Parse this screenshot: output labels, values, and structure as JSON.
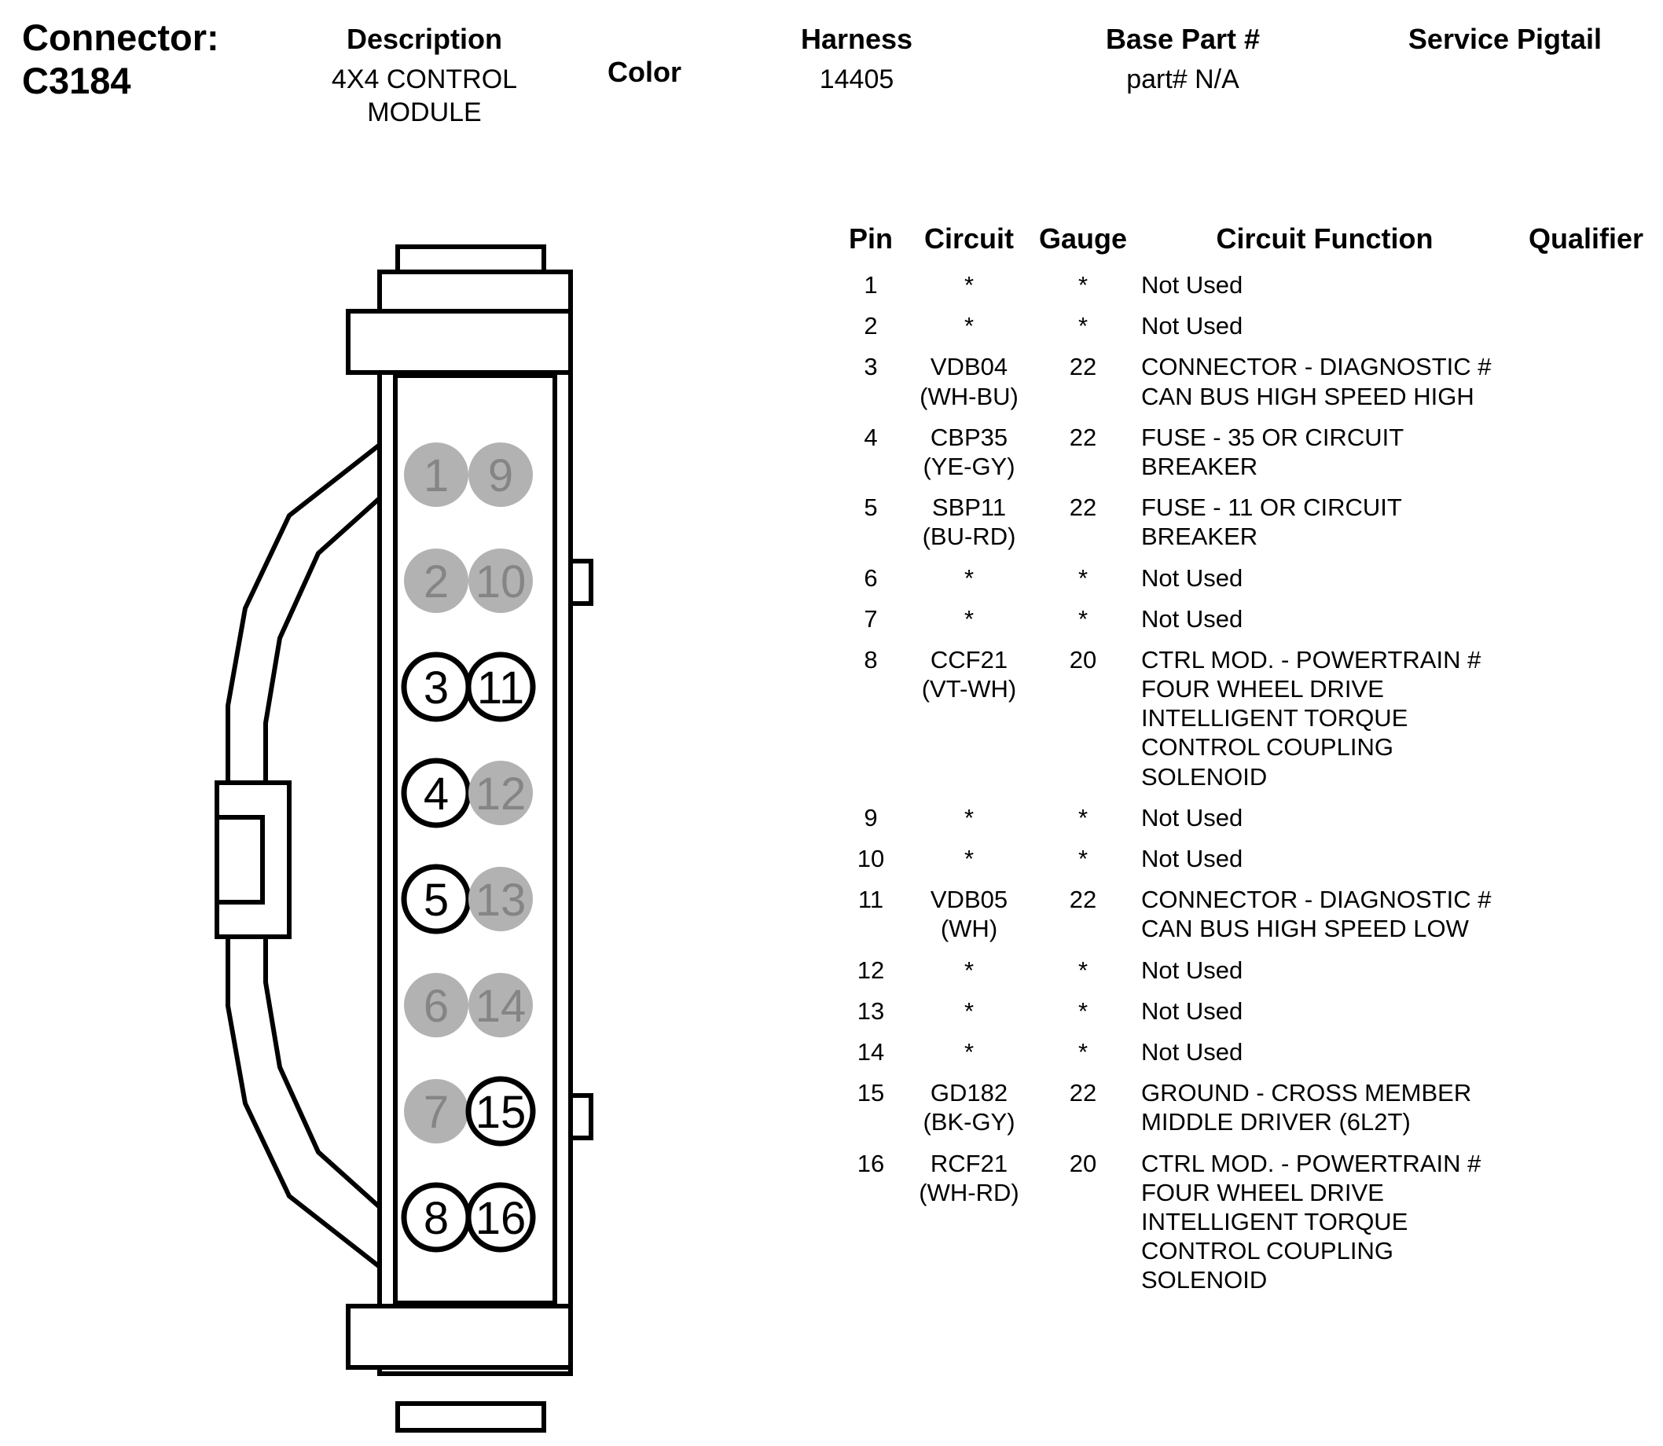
{
  "header": {
    "connector_label": "Connector:",
    "connector_id": "C3184",
    "columns": [
      {
        "label": "Description",
        "value": "4X4 CONTROL\nMODULE"
      },
      {
        "label": "Color",
        "value": ""
      },
      {
        "label": "Harness",
        "value": "14405"
      },
      {
        "label": "Base Part #",
        "value": "part# N/A"
      },
      {
        "label": "Service Pigtail",
        "value": ""
      }
    ]
  },
  "table": {
    "headers": [
      "Pin",
      "Circuit",
      "Gauge",
      "Circuit Function",
      "Qualifier"
    ],
    "rows": [
      {
        "pin": "1",
        "circuit": "*",
        "circuit_color": "",
        "gauge": "*",
        "function": "Not Used",
        "qualifier": ""
      },
      {
        "pin": "2",
        "circuit": "*",
        "circuit_color": "",
        "gauge": "*",
        "function": "Not Used",
        "qualifier": ""
      },
      {
        "pin": "3",
        "circuit": "VDB04",
        "circuit_color": "(WH-BU)",
        "gauge": "22",
        "function": "CONNECTOR - DIAGNOSTIC #\nCAN BUS HIGH SPEED HIGH",
        "qualifier": ""
      },
      {
        "pin": "4",
        "circuit": "CBP35",
        "circuit_color": "(YE-GY)",
        "gauge": "22",
        "function": "FUSE - 35 OR CIRCUIT\nBREAKER",
        "qualifier": ""
      },
      {
        "pin": "5",
        "circuit": "SBP11",
        "circuit_color": "(BU-RD)",
        "gauge": "22",
        "function": "FUSE - 11 OR CIRCUIT\nBREAKER",
        "qualifier": ""
      },
      {
        "pin": "6",
        "circuit": "*",
        "circuit_color": "",
        "gauge": "*",
        "function": "Not Used",
        "qualifier": ""
      },
      {
        "pin": "7",
        "circuit": "*",
        "circuit_color": "",
        "gauge": "*",
        "function": "Not Used",
        "qualifier": ""
      },
      {
        "pin": "8",
        "circuit": "CCF21",
        "circuit_color": "(VT-WH)",
        "gauge": "20",
        "function": "CTRL MOD. - POWERTRAIN #\nFOUR WHEEL DRIVE\nINTELLIGENT TORQUE\nCONTROL COUPLING\nSOLENOID",
        "qualifier": ""
      },
      {
        "pin": "9",
        "circuit": "*",
        "circuit_color": "",
        "gauge": "*",
        "function": "Not Used",
        "qualifier": ""
      },
      {
        "pin": "10",
        "circuit": "*",
        "circuit_color": "",
        "gauge": "*",
        "function": "Not Used",
        "qualifier": ""
      },
      {
        "pin": "11",
        "circuit": "VDB05",
        "circuit_color": "(WH)",
        "gauge": "22",
        "function": "CONNECTOR - DIAGNOSTIC #\nCAN BUS HIGH SPEED LOW",
        "qualifier": ""
      },
      {
        "pin": "12",
        "circuit": "*",
        "circuit_color": "",
        "gauge": "*",
        "function": "Not Used",
        "qualifier": ""
      },
      {
        "pin": "13",
        "circuit": "*",
        "circuit_color": "",
        "gauge": "*",
        "function": "Not Used",
        "qualifier": ""
      },
      {
        "pin": "14",
        "circuit": "*",
        "circuit_color": "",
        "gauge": "*",
        "function": "Not Used",
        "qualifier": ""
      },
      {
        "pin": "15",
        "circuit": "GD182",
        "circuit_color": "(BK-GY)",
        "gauge": "22",
        "function": "GROUND - CROSS MEMBER\nMIDDLE DRIVER (6L2T)",
        "qualifier": ""
      },
      {
        "pin": "16",
        "circuit": "RCF21",
        "circuit_color": "(WH-RD)",
        "gauge": "20",
        "function": "CTRL MOD. - POWERTRAIN #\nFOUR WHEEL DRIVE\nINTELLIGENT TORQUE\nCONTROL COUPLING\nSOLENOID",
        "qualifier": ""
      }
    ]
  },
  "connector": {
    "pins": [
      {
        "number": "1",
        "used": false
      },
      {
        "number": "2",
        "used": false
      },
      {
        "number": "3",
        "used": true
      },
      {
        "number": "4",
        "used": true
      },
      {
        "number": "5",
        "used": true
      },
      {
        "number": "6",
        "used": false
      },
      {
        "number": "7",
        "used": false
      },
      {
        "number": "8",
        "used": true
      },
      {
        "number": "9",
        "used": false
      },
      {
        "number": "10",
        "used": false
      },
      {
        "number": "11",
        "used": true
      },
      {
        "number": "12",
        "used": false
      },
      {
        "number": "13",
        "used": false
      },
      {
        "number": "14",
        "used": false
      },
      {
        "number": "15",
        "used": true
      },
      {
        "number": "16",
        "used": true
      }
    ]
  },
  "colors": {
    "outline": "#000000",
    "unused_pin_fill": "#b2b2b2",
    "unused_pin_text": "#858585",
    "used_pin_fill": "#ffffff"
  }
}
